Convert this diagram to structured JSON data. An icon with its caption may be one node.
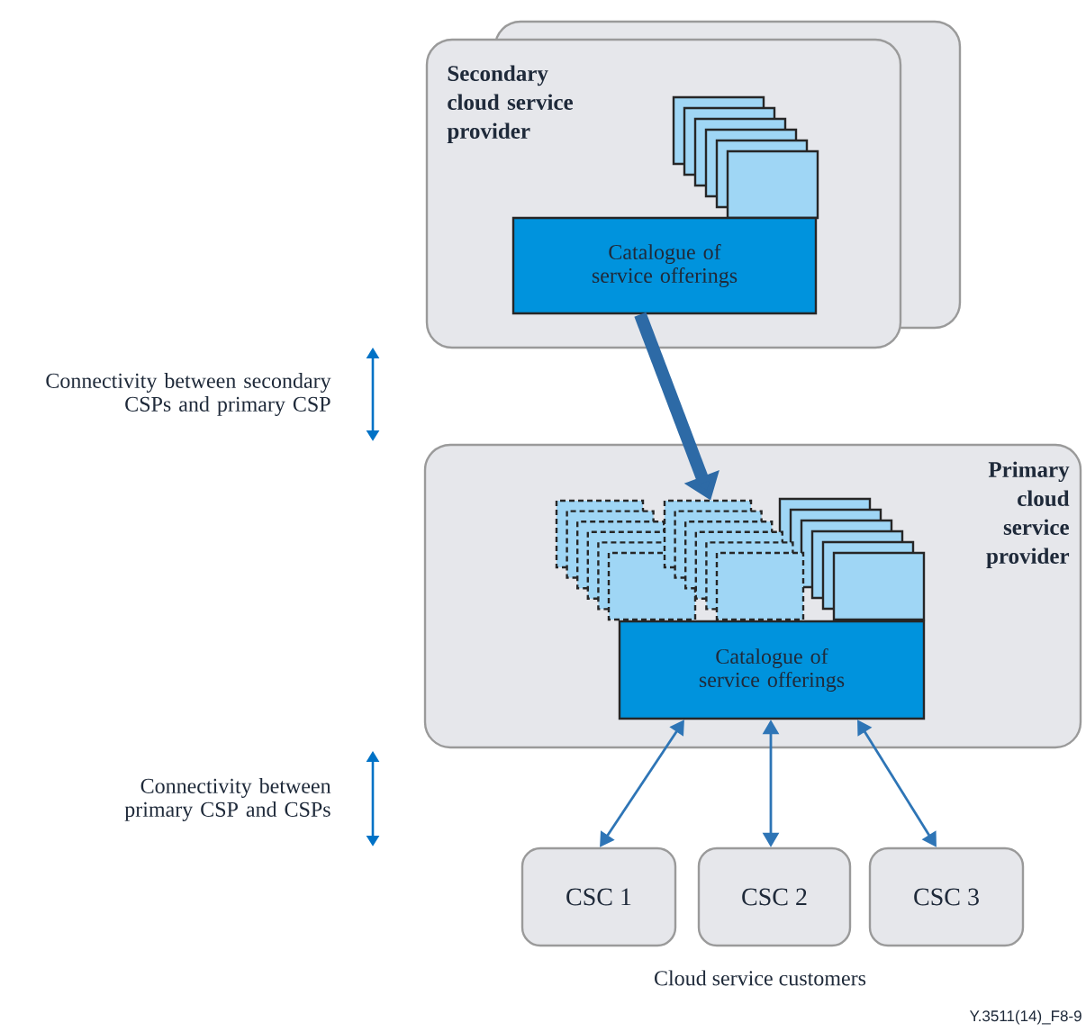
{
  "diagram": {
    "nodes": [
      {
        "text": [
          "Secondary cloud service provider"
        ]
      },
      {
        "text": [
          "Catalogue of service offerings"
        ],
        "in": 0
      },
      {
        "text": [
          "Primary cloud service provider"
        ]
      },
      {
        "text": [
          "Catalogue of service offerings"
        ],
        "in": 2
      },
      {
        "text": [],
        "shape": "box",
        "in": 2
      },
      {
        "text": [
          "CSC 1"
        ]
      },
      {
        "text": [
          "CSC 2"
        ]
      },
      {
        "text": [
          "CSC 3"
        ]
      }
    ],
    "edges": [
      {
        "from": 1,
        "to": 4,
        "arrow": "to",
        "style": "thick",
        "color": "#2d6aa6"
      },
      {
        "from": 3,
        "to": 5,
        "arrow": "both"
      },
      {
        "from": 3,
        "to": 6,
        "arrow": "both"
      },
      {
        "from": 3,
        "to": 7,
        "arrow": "both"
      }
    ],
    "labels": [
      "Connectivity between secondary CSPs and primary CSP",
      "Connectivity between primary CSP and CSPs",
      "Cloud service customers",
      "Y.3511(14)_F8-9"
    ]
  }
}
